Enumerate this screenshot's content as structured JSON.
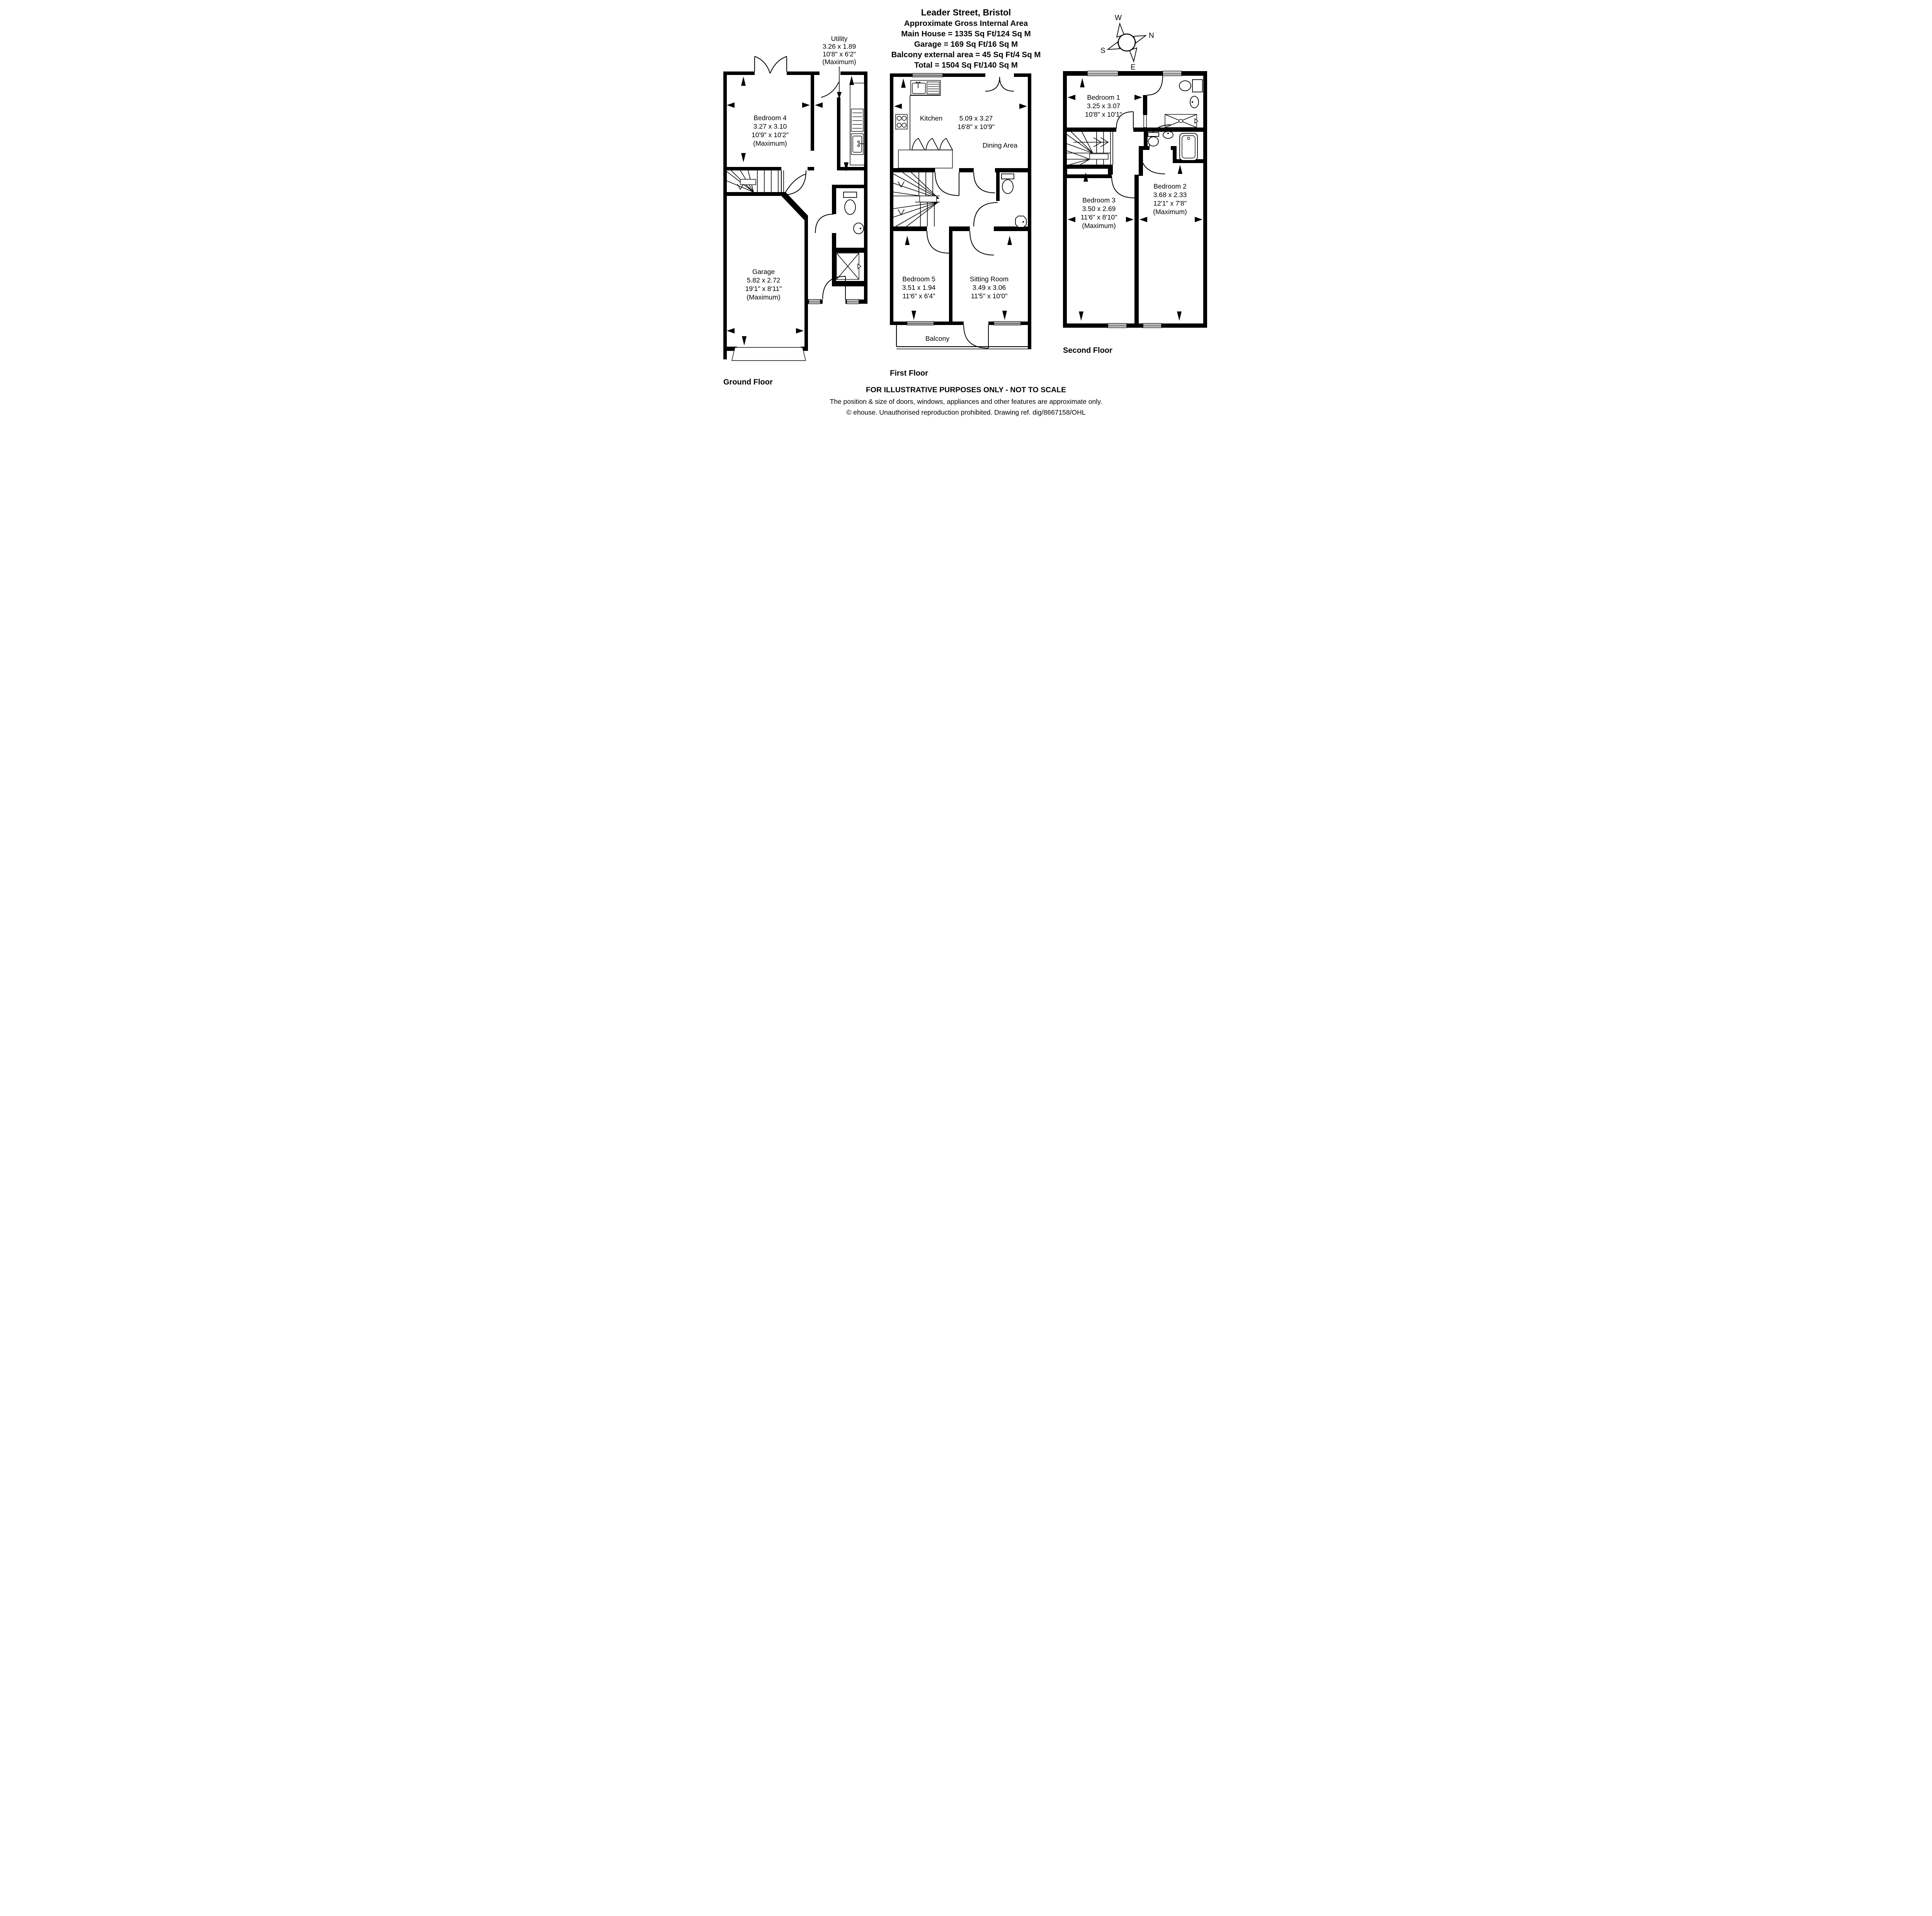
{
  "title": {
    "line1": "Leader Street, Bristol",
    "line2": "Approximate Gross Internal Area",
    "line3": "Main House = 1335 Sq Ft/124 Sq M",
    "line4": "Garage = 169 Sq Ft/16 Sq M",
    "line5": "Balcony external area = 45 Sq Ft/4 Sq M",
    "line6": "Total = 1504 Sq Ft/140 Sq M"
  },
  "compass": {
    "n": "N",
    "e": "E",
    "s": "S",
    "w": "W"
  },
  "floors": {
    "ground": {
      "label": "Ground Floor"
    },
    "first": {
      "label": "First Floor"
    },
    "second": {
      "label": "Second Floor"
    }
  },
  "rooms": {
    "utility": {
      "name": "Utility",
      "metric": "3.26 x 1.89",
      "imperial": "10'8\" x 6'2\"",
      "note": "(Maximum)"
    },
    "bedroom4": {
      "name": "Bedroom 4",
      "metric": "3.27 x 3.10",
      "imperial": "10'9\" x 10'2\"",
      "note": "(Maximum)"
    },
    "garage": {
      "name": "Garage",
      "metric": "5.82 x 2.72",
      "imperial": "19'1\" x 8'11\"",
      "note": "(Maximum)"
    },
    "kitchen": {
      "name": "Kitchen",
      "metric": "5.09 x 3.27",
      "imperial": "16'8\" x 10'9\""
    },
    "dining": {
      "name": "Dining Area"
    },
    "bedroom5": {
      "name": "Bedroom 5",
      "metric": "3.51 x 1.94",
      "imperial": "11'6\" x 6'4\""
    },
    "sitting": {
      "name": "Sitting Room",
      "metric": "3.49 x 3.06",
      "imperial": "11'5\" x 10'0\""
    },
    "balcony": {
      "name": "Balcony"
    },
    "bedroom1": {
      "name": "Bedroom 1",
      "metric": "3.25 x 3.07",
      "imperial": "10'8\" x 10'1\""
    },
    "bedroom3": {
      "name": "Bedroom 3",
      "metric": "3.50 x 2.69",
      "imperial": "11'6\" x 8'10\"",
      "note": "(Maximum)"
    },
    "bedroom2": {
      "name": "Bedroom 2",
      "metric": "3.68 x 2.33",
      "imperial": "12'1\" x 7'8\"",
      "note": "(Maximum)"
    }
  },
  "footer": {
    "line1": "FOR ILLUSTRATIVE PURPOSES ONLY - NOT TO SCALE",
    "line2": "The position & size of doors, windows, appliances and other features are approximate only.",
    "line3": "© ehouse. Unauthorised reproduction prohibited. Drawing ref. dig/8667158/OHL"
  }
}
